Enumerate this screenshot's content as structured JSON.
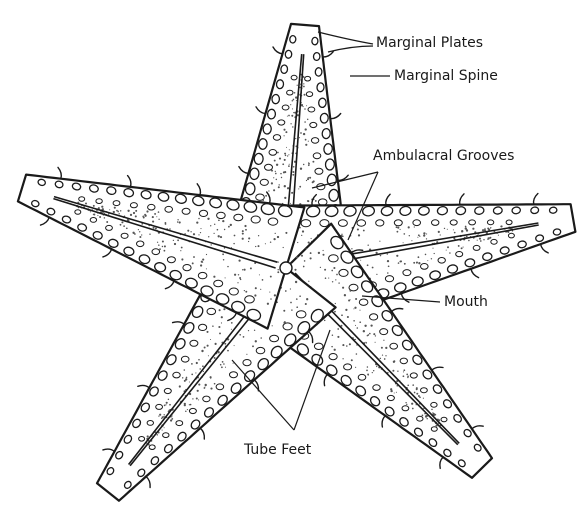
{
  "labels": {
    "marginal_plates": "Marginal Plates",
    "marginal_spine": "Marginal Spine",
    "ambulacral_grooves": "Ambulacral Grooves",
    "mouth": "Mouth",
    "tube_feet": "Tube Feet"
  },
  "colors": {
    "ink": "#1a1a1a",
    "stipple": "#555555",
    "paper": "#ffffff"
  }
}
